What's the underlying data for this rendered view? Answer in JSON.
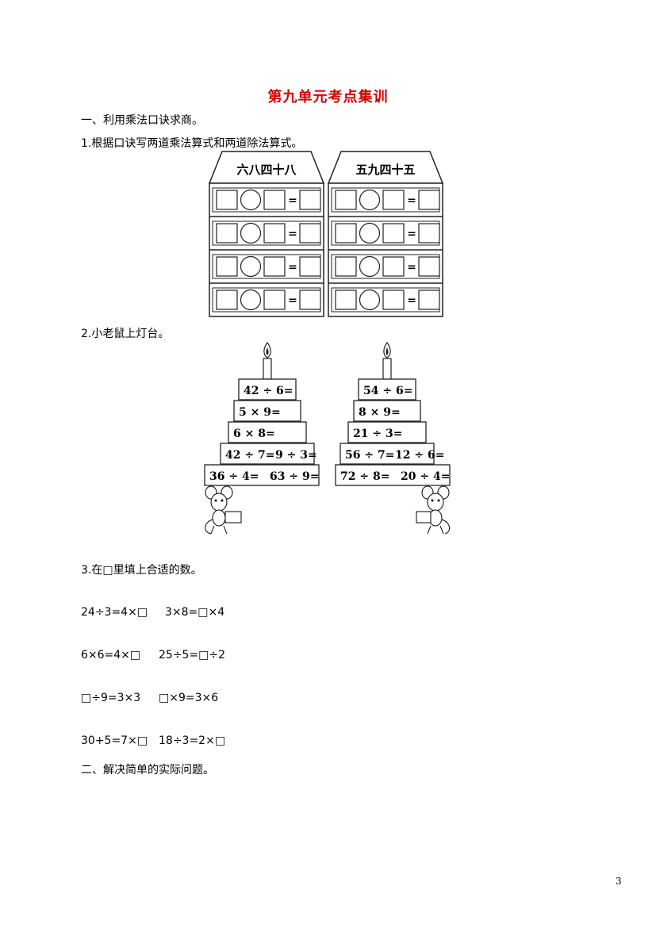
{
  "title": "第九单元考点集训",
  "section1": "一、利用乘法口诀求商。",
  "q1": "1.根据口诀写两道乘法算式和两道除法算式。",
  "houses": [
    {
      "roof_label": "六八四十八",
      "rows": 4,
      "equals": "="
    },
    {
      "roof_label": "五九四十五",
      "rows": 4,
      "equals": "="
    }
  ],
  "q2": "2.小老鼠上灯台。",
  "towers": [
    {
      "tiers": [
        [
          "42 ÷ 6="
        ],
        [
          "5 × 9="
        ],
        [
          "6 × 8="
        ],
        [
          "42 ÷ 7=",
          "9 ÷ 3="
        ],
        [
          "36 ÷ 4=",
          "63 ÷ 9="
        ]
      ]
    },
    {
      "tiers": [
        [
          "54 ÷ 6="
        ],
        [
          "8 × 9="
        ],
        [
          "21 ÷ 3="
        ],
        [
          "56 ÷ 7=",
          "12 ÷ 6="
        ],
        [
          "72 ÷ 8=",
          "20 ÷ 4="
        ]
      ]
    }
  ],
  "q3": "3.在□里填上合适的数。",
  "q3_rows": [
    [
      "24÷3=4×□",
      "3×8=□×4"
    ],
    [
      "6×6=4×□",
      "25÷5=□÷2"
    ],
    [
      "□÷9=3×3",
      "□×9=3×6"
    ],
    [
      "30+5=7×□",
      "18÷3=2×□"
    ]
  ],
  "section2": "二、解决简单的实际问题。",
  "page_number": "3"
}
